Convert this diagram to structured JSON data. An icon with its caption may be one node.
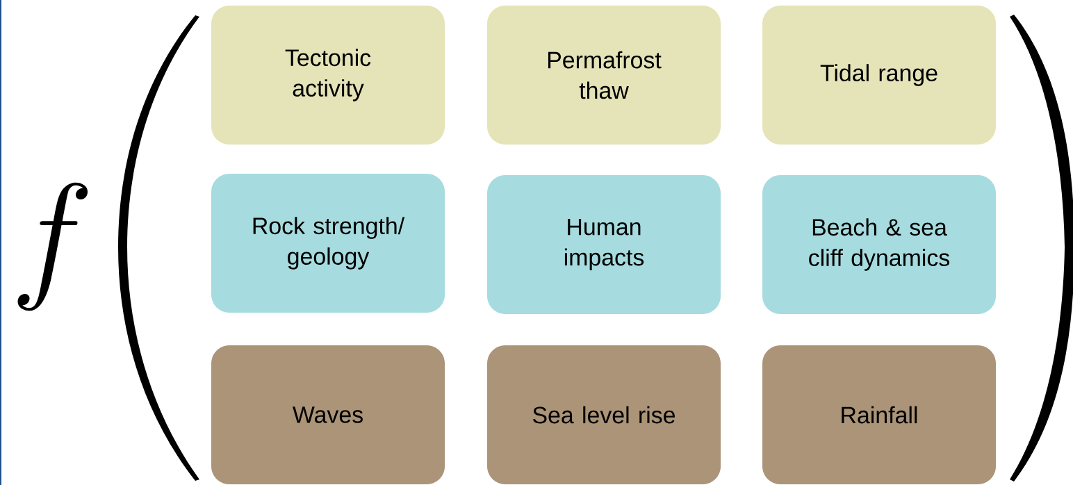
{
  "diagram": {
    "nodes": [
      {
        "text": [
          "Tectonic activity"
        ]
      },
      {
        "text": [
          "Permafrost thaw"
        ]
      },
      {
        "text": [
          "Tidal range"
        ]
      },
      {
        "text": [
          "Rock strength/ geology"
        ]
      },
      {
        "text": [
          "Human impacts"
        ]
      },
      {
        "text": [
          "Beach & sea cliff dynamics"
        ]
      },
      {
        "text": [
          "Waves"
        ]
      },
      {
        "text": [
          "Sea level rise"
        ]
      },
      {
        "text": [
          "Rainfall"
        ]
      }
    ],
    "labels": [
      "f"
    ]
  }
}
